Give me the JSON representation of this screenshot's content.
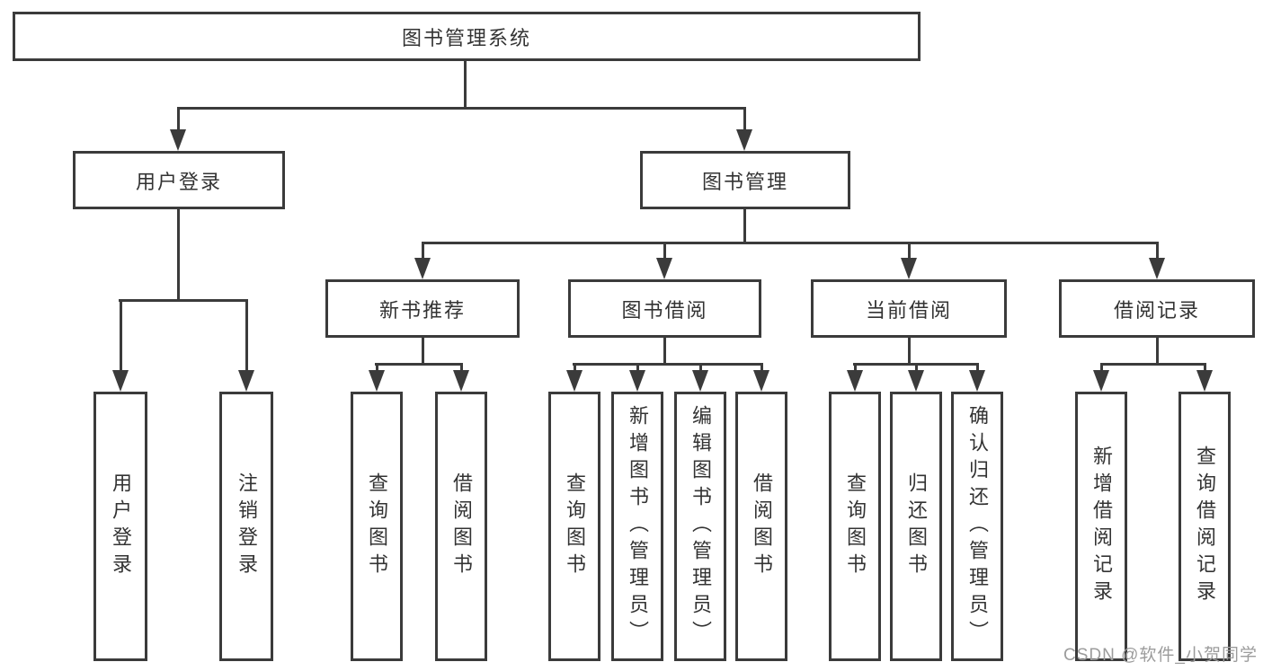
{
  "colors": {
    "line": "#3b3b3b",
    "text": "#333333",
    "watermark": "#9c9c9c",
    "background": "#ffffff"
  },
  "diagram": {
    "root": {
      "label": "图书管理系统"
    },
    "level2": {
      "user_login": {
        "label": "用户登录"
      },
      "book_management": {
        "label": "图书管理"
      }
    },
    "level3": {
      "new_book_recommend": {
        "label": "新书推荐"
      },
      "book_borrow": {
        "label": "图书借阅"
      },
      "current_borrow": {
        "label": "当前借阅"
      },
      "borrow_record": {
        "label": "借阅记录"
      }
    },
    "level4": {
      "user_login": {
        "label": "用户登录"
      },
      "logout": {
        "label": "注销登录"
      },
      "nb_query_book": {
        "label": "查询图书"
      },
      "nb_borrow_book": {
        "label": "借阅图书"
      },
      "bb_query_book": {
        "label": "查询图书"
      },
      "bb_add_book": {
        "label": "新增图书（管理员）"
      },
      "bb_edit_book": {
        "label": "编辑图书（管理员）"
      },
      "bb_borrow_book": {
        "label": "借阅图书"
      },
      "cb_query_book": {
        "label": "查询图书"
      },
      "cb_return_book": {
        "label": "归还图书"
      },
      "cb_confirm_return": {
        "label": "确认归还（管理员）"
      },
      "br_add_record": {
        "label": "新增借阅记录"
      },
      "br_query_record": {
        "label": "查询借阅记录"
      }
    }
  },
  "watermark": {
    "text": "CSDN @软件_小贺同学"
  }
}
